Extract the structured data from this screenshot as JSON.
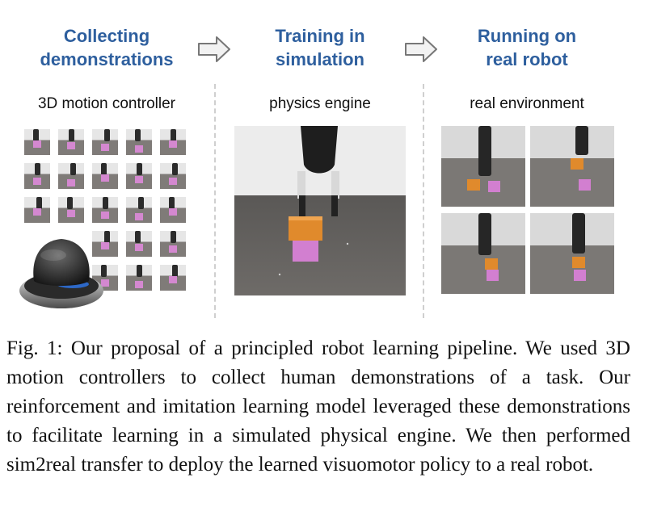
{
  "stages": [
    {
      "title": "Collecting\ndemonstrations",
      "subtitle": "3D motion controller"
    },
    {
      "title": "Training in\nsimulation",
      "subtitle": "physics engine"
    },
    {
      "title": "Running on\nreal robot",
      "subtitle": "real environment"
    }
  ],
  "caption": "Fig. 1: Our proposal of a principled robot learning pipeline. We used 3D motion controllers to collect human demonstrations of a task. Our reinforcement and imitation learning model leveraged these demonstrations to facilitate learning in a simulated physical engine. We then performed sim2real transfer to deploy the learned visuomotor policy to a real robot.",
  "colors": {
    "title": "#2e5f9e",
    "arrow_fill": "#f2f2f2",
    "arrow_stroke": "#777777",
    "orange_block": "#e08a2c",
    "pink_block": "#d27fd0"
  },
  "icons": [
    "right-arrow-icon",
    "3d-mouse-icon"
  ]
}
